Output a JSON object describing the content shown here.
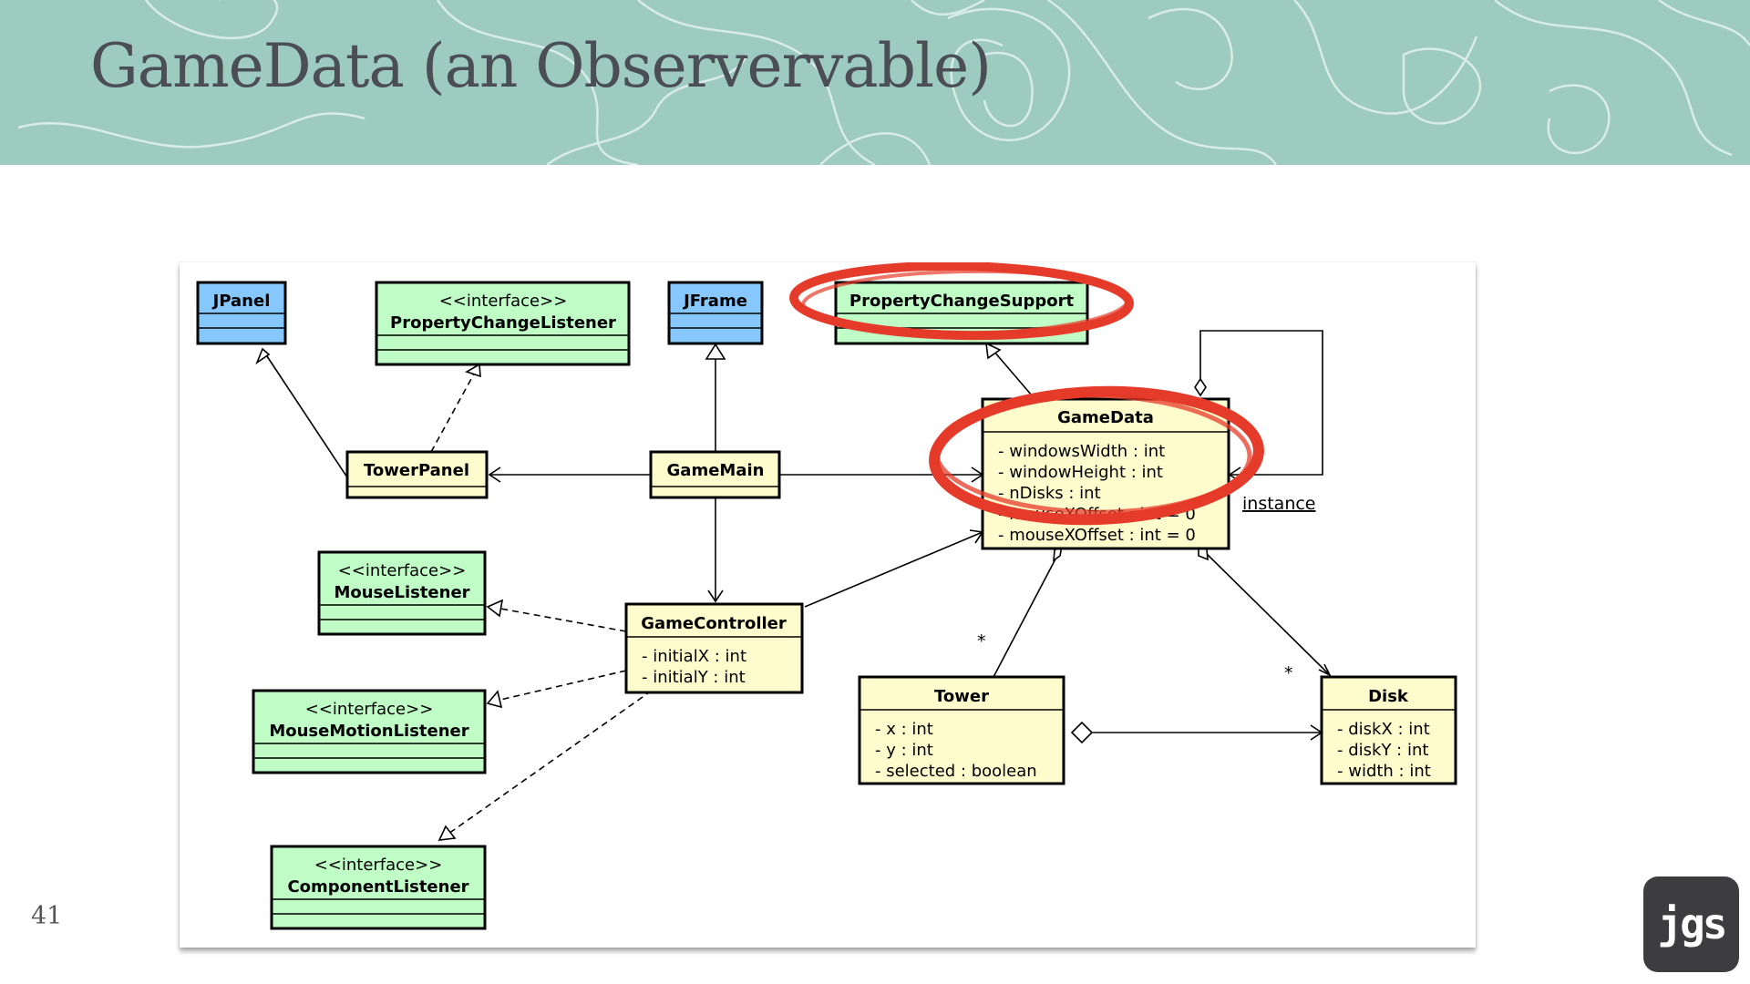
{
  "slide": {
    "title": "GameData (an Observervable)",
    "page_number": "41",
    "logo_text": "jgs"
  },
  "colors": {
    "header_bg": "#9dcbbf",
    "interface_fill": "#c0fcc6",
    "class_fill": "#fefccc",
    "swing_fill": "#86c8fd",
    "highlight_ring": "#e53b2a"
  },
  "diagram": {
    "stereotype": "<<interface>>",
    "classes": {
      "jpanel": {
        "name": "JPanel"
      },
      "jframe": {
        "name": "JFrame"
      },
      "property_change_listener": {
        "name": "PropertyChangeListener"
      },
      "property_change_support": {
        "name": "PropertyChangeSupport"
      },
      "tower_panel": {
        "name": "TowerPanel"
      },
      "game_main": {
        "name": "GameMain"
      },
      "game_data": {
        "name": "GameData",
        "attributes": [
          "- windowsWidth : int",
          "- windowHeight : int",
          "- nDisks : int",
          "- mouseXOffset : int = 0",
          "- mouseXOffset : int = 0"
        ]
      },
      "mouse_listener": {
        "name": "MouseListener"
      },
      "mouse_motion_listener": {
        "name": "MouseMotionListener"
      },
      "component_listener": {
        "name": "ComponentListener"
      },
      "game_controller": {
        "name": "GameController",
        "attributes": [
          "- initialX : int",
          "- initialY : int"
        ]
      },
      "tower": {
        "name": "Tower",
        "attributes": [
          "- x : int",
          "- y : int",
          "- selected : boolean"
        ]
      },
      "disk": {
        "name": "Disk",
        "attributes": [
          "- diskX : int",
          "- diskY : int",
          "- width : int"
        ]
      }
    },
    "labels": {
      "instance": "instance",
      "multiplicity_tower": "*",
      "multiplicity_disk": "*"
    }
  }
}
